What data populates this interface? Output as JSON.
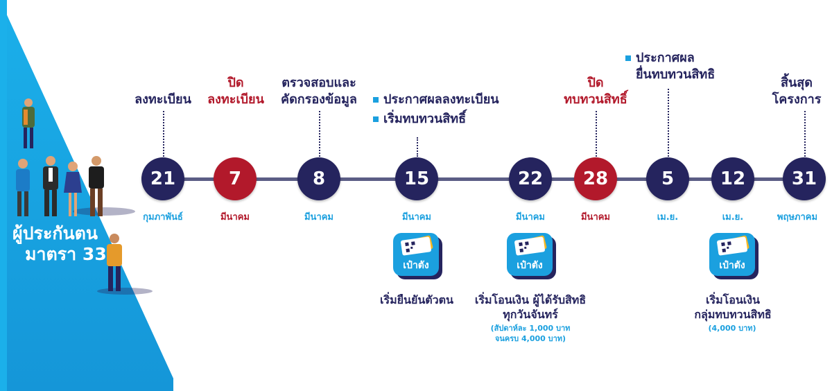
{
  "sidebar": {
    "title_line1": "ผู้ประกันตน",
    "title_line2": "มาตรา 33",
    "colors": {
      "blue": "#1ba0df",
      "navy": "#25245e",
      "red": "#b2192b"
    }
  },
  "milestones": [
    {
      "day": "21",
      "month": "กุมภาพันธ์",
      "color": "navy",
      "labels": [
        "ลงทะเบียน"
      ]
    },
    {
      "day": "7",
      "month": "มีนาคม",
      "color": "red",
      "labels": [
        "ปิด",
        "ลงทะเบียน"
      ]
    },
    {
      "day": "8",
      "month": "มีนาคม",
      "color": "navy",
      "labels": [
        "ตรวจสอบและ",
        "คัดกรองข้อมูล"
      ]
    },
    {
      "day": "15",
      "month": "มีนาคม",
      "color": "navy",
      "bullets": [
        "ประกาศผลลงทะเบียน",
        "เริ่มทบทวนสิทธิ์"
      ],
      "app": "เป๋าตัง",
      "caption": [
        "เริ่มยืนยันตัวตน"
      ]
    },
    {
      "day": "22",
      "month": "มีนาคม",
      "color": "navy",
      "app": "เป๋าตัง",
      "caption": [
        "เริ่มโอนเงิน ผู้ได้รับสิทธิ",
        "ทุกวันจันทร์"
      ],
      "note": [
        "(สัปดาห์ละ 1,000 บาท",
        "จนครบ 4,000 บาท)"
      ]
    },
    {
      "day": "28",
      "month": "มีนาคม",
      "color": "red",
      "labels": [
        "ปิด",
        "ทบทวนสิทธิ์"
      ]
    },
    {
      "day": "5",
      "month": "เม.ย.",
      "color": "navy",
      "bullets": [
        "ประกาศผล"
      ],
      "labels_extra": "ยื่นทบทวนสิทธิ"
    },
    {
      "day": "12",
      "month": "เม.ย.",
      "color": "navy",
      "app": "เป๋าตัง",
      "caption": [
        "เริ่มโอนเงิน",
        "กลุ่มทบทวนสิทธิ"
      ],
      "note": [
        "(4,000 บาท)"
      ]
    },
    {
      "day": "31",
      "month": "พฤษภาคม",
      "color": "navy",
      "labels": [
        "สิ้นสุด",
        "โครงการ"
      ]
    }
  ],
  "icons": {
    "app": "qr-wallet-icon",
    "bullet": "square-bullet-icon",
    "people": "person-figure-icon"
  }
}
